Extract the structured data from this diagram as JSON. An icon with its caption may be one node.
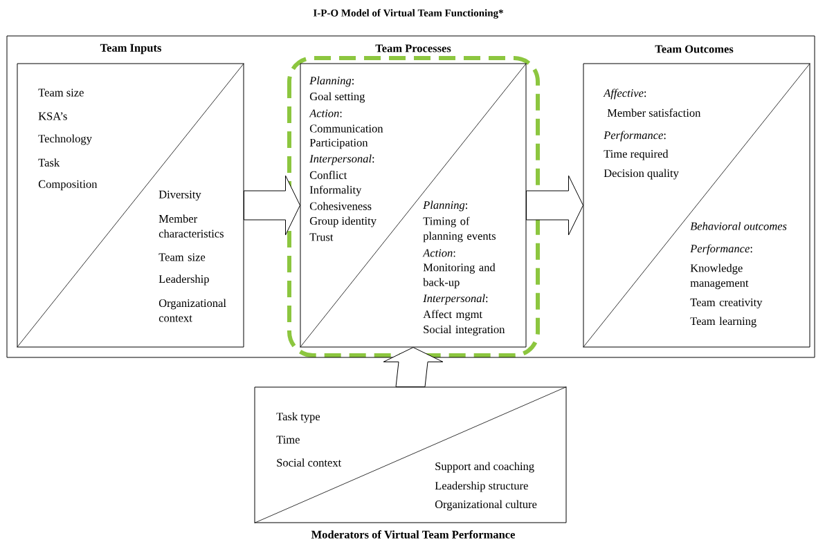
{
  "diagram": {
    "title": "I-P-O Model of Virtual Team Functioning*",
    "nodes": [
      {
        "text": [],
        "shape": "box"
      },
      {
        "text": [
          "Team Inputs",
          "Team size",
          "KSA’s",
          "Technology",
          "Task",
          "Composition",
          "Diversity",
          "Member characteristics",
          "Team size",
          "Leadership",
          "Organizational context"
        ],
        "in": 0
      },
      {
        "text": [
          "Team Processes",
          "*Planning*:",
          "Goal setting",
          "*Action*:",
          "Communication",
          "Participation",
          "*Interpersonal*:",
          "Conflict",
          "Informality",
          "Cohesiveness",
          "Group identity",
          "Trust",
          "*Planning*:",
          "Timing of planning events",
          "*Action*:",
          "Monitoring and back-up",
          "*Interpersonal*:",
          "Affect mgmt",
          "Social integration"
        ],
        "in": 0
      },
      {
        "text": [
          "Team Outcomes",
          "*Affective*:",
          "Member satisfaction",
          "*Performance*:",
          "Time required",
          "Decision quality",
          "Behavioral outcomes",
          "*Performance*:",
          "Knowledge management",
          "Team creativity",
          "Team learning"
        ],
        "in": 0
      },
      {
        "text": [
          "Moderators of Virtual Team Performance",
          "Task type",
          "Time",
          "Social context",
          "Support and coaching",
          "Leadership structure",
          "Organizational culture"
        ]
      }
    ],
    "edges": [
      {
        "from": 1,
        "to": 2,
        "arrow": "to"
      },
      {
        "from": 2,
        "to": 3,
        "arrow": "to"
      },
      {
        "from": 4,
        "to": 2,
        "arrow": "to"
      }
    ]
  }
}
